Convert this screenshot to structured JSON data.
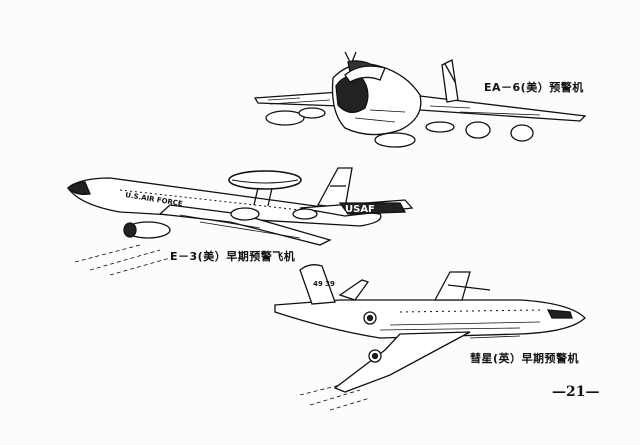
{
  "figures": [
    {
      "caption": "EA－6(美）预警机",
      "icon": "ea6-aircraft-drawing"
    },
    {
      "caption": "E－3(美）早期预警飞机",
      "icon": "e3-awacs-aircraft-drawing",
      "fuselage_text": "U.S.AIR FORCE",
      "tail_text": "USAF"
    },
    {
      "caption": "彗星(英）早期预警机",
      "icon": "nimrod-aircraft-drawing",
      "tail_text": "49 39"
    }
  ],
  "page_number": "—21—",
  "colors": {
    "ink": "#111111",
    "paper": "#fcfcfa"
  }
}
